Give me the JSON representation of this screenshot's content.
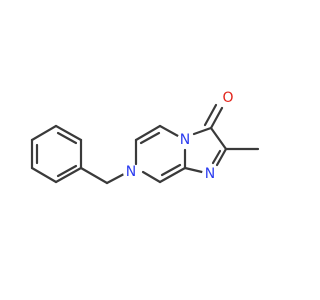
{
  "structure": {
    "atoms": {
      "n7": {
        "label": "N",
        "color": "#2b3cf0"
      },
      "n4": {
        "label": "N",
        "color": "#2b3cf0"
      },
      "n1": {
        "label": "N",
        "color": "#2b3cf0"
      },
      "o3": {
        "label": "O",
        "color": "#e2231a"
      }
    },
    "bond_color": "#3a3a3a"
  }
}
